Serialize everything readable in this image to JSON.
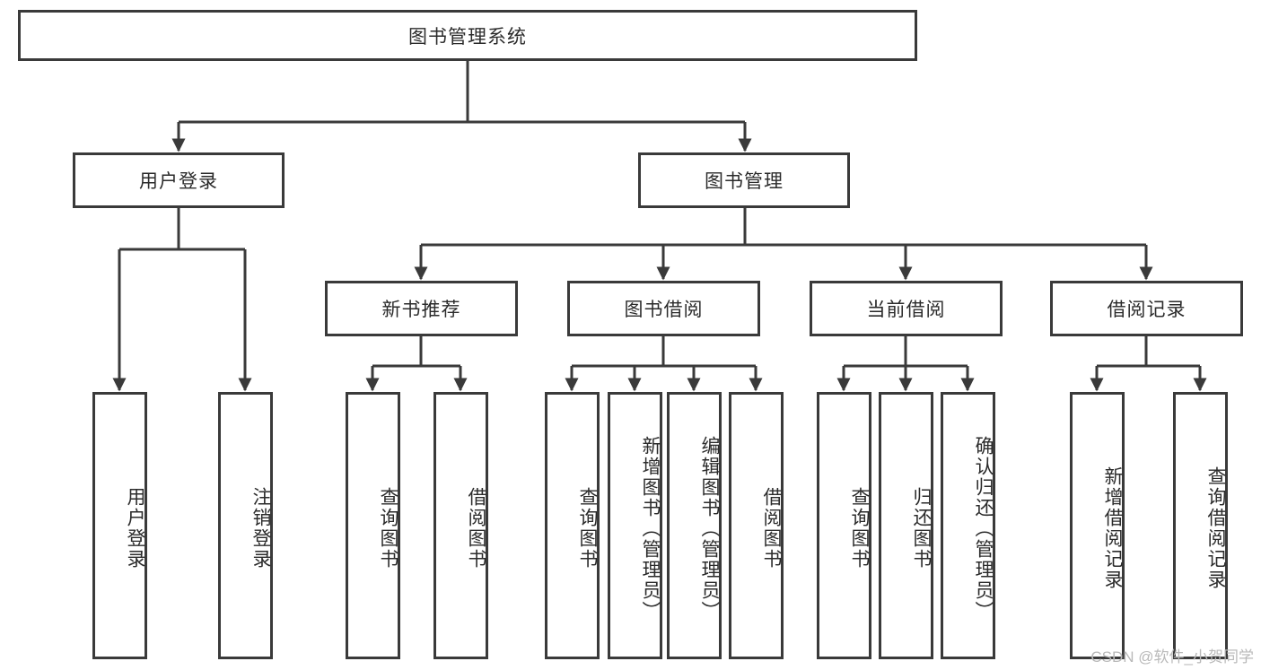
{
  "diagram": {
    "type": "tree-hierarchy",
    "title": "图书管理系统",
    "watermark": "CSDN @软件_小贺同学",
    "colors": {
      "stroke": "#3a3a3a",
      "fill": "#ffffff",
      "text": "#2b2b2b",
      "watermark": "#b9b9b9"
    },
    "nodes": {
      "root": {
        "label": "图书管理系统",
        "level": 1,
        "orientation": "horizontal"
      },
      "user_login": {
        "label": "用户登录",
        "level": 2,
        "orientation": "horizontal"
      },
      "book_manage": {
        "label": "图书管理",
        "level": 2,
        "orientation": "horizontal"
      },
      "new_book_rec": {
        "label": "新书推荐",
        "level": 3,
        "orientation": "horizontal"
      },
      "book_borrow": {
        "label": "图书借阅",
        "level": 3,
        "orientation": "horizontal"
      },
      "current_borrow": {
        "label": "当前借阅",
        "level": 3,
        "orientation": "horizontal"
      },
      "borrow_record": {
        "label": "借阅记录",
        "level": 3,
        "orientation": "horizontal"
      },
      "leaf_user_login": {
        "label": "用户登录",
        "level": 3,
        "orientation": "vertical"
      },
      "leaf_logout": {
        "label": "注销登录",
        "level": 3,
        "orientation": "vertical"
      },
      "leaf_query_book_1": {
        "label": "查询图书",
        "level": 4,
        "orientation": "vertical"
      },
      "leaf_borrow_book_1": {
        "label": "借阅图书",
        "level": 4,
        "orientation": "vertical"
      },
      "leaf_query_book_2": {
        "label": "查询图书",
        "level": 4,
        "orientation": "vertical"
      },
      "leaf_add_book": {
        "label": "新增图书（管理员）",
        "level": 4,
        "orientation": "vertical"
      },
      "leaf_edit_book": {
        "label": "编辑图书（管理员）",
        "level": 4,
        "orientation": "vertical"
      },
      "leaf_borrow_book_2": {
        "label": "借阅图书",
        "level": 4,
        "orientation": "vertical"
      },
      "leaf_query_book_3": {
        "label": "查询图书",
        "level": 4,
        "orientation": "vertical"
      },
      "leaf_return_book": {
        "label": "归还图书",
        "level": 4,
        "orientation": "vertical"
      },
      "leaf_confirm_return": {
        "label": "确认归还（管理员）",
        "level": 4,
        "orientation": "vertical"
      },
      "leaf_add_record": {
        "label": "新增借阅记录",
        "level": 4,
        "orientation": "vertical"
      },
      "leaf_query_record": {
        "label": "查询借阅记录",
        "level": 4,
        "orientation": "vertical"
      }
    },
    "edges": [
      {
        "from": "root",
        "to": "user_login"
      },
      {
        "from": "root",
        "to": "book_manage"
      },
      {
        "from": "user_login",
        "to": "leaf_user_login"
      },
      {
        "from": "user_login",
        "to": "leaf_logout"
      },
      {
        "from": "book_manage",
        "to": "new_book_rec"
      },
      {
        "from": "book_manage",
        "to": "book_borrow"
      },
      {
        "from": "book_manage",
        "to": "current_borrow"
      },
      {
        "from": "book_manage",
        "to": "borrow_record"
      },
      {
        "from": "new_book_rec",
        "to": "leaf_query_book_1"
      },
      {
        "from": "new_book_rec",
        "to": "leaf_borrow_book_1"
      },
      {
        "from": "book_borrow",
        "to": "leaf_query_book_2"
      },
      {
        "from": "book_borrow",
        "to": "leaf_add_book"
      },
      {
        "from": "book_borrow",
        "to": "leaf_edit_book"
      },
      {
        "from": "book_borrow",
        "to": "leaf_borrow_book_2"
      },
      {
        "from": "current_borrow",
        "to": "leaf_query_book_3"
      },
      {
        "from": "current_borrow",
        "to": "leaf_return_book"
      },
      {
        "from": "current_borrow",
        "to": "leaf_confirm_return"
      },
      {
        "from": "borrow_record",
        "to": "leaf_add_record"
      },
      {
        "from": "borrow_record",
        "to": "leaf_query_record"
      }
    ]
  }
}
